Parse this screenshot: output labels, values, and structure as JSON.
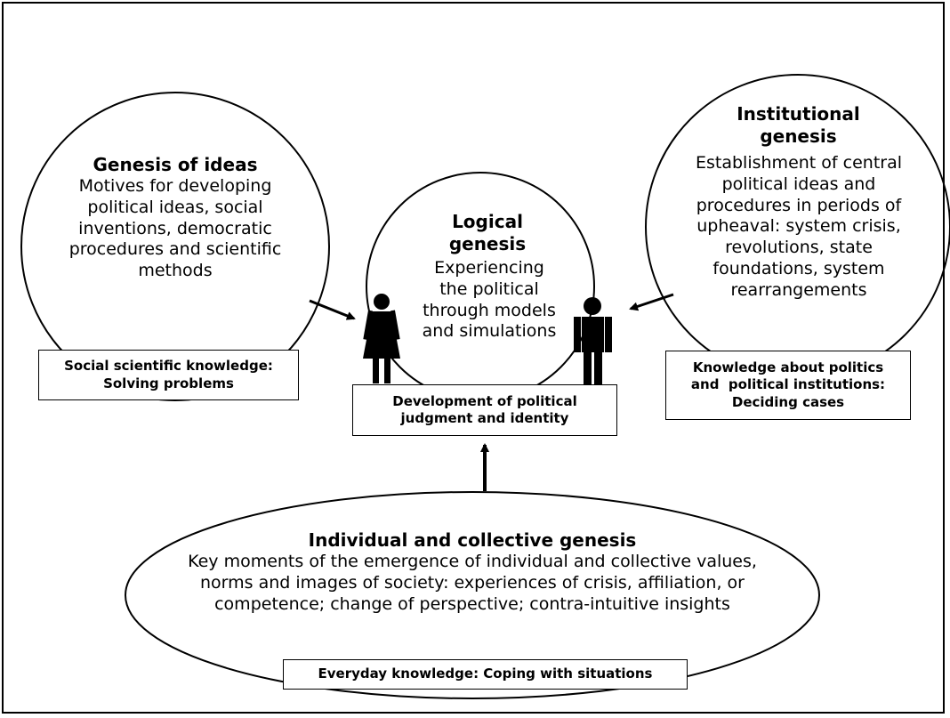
{
  "genesis_of_ideas": {
    "title": "Genesis of ideas",
    "text": "Motives for developing political ideas, social inventions, democratic procedures and scientific methods",
    "knowledge_box": [
      "Social scientific knowledge:",
      "Solving problems"
    ]
  },
  "logical_genesis": {
    "title": [
      "Logical",
      "genesis"
    ],
    "text": "Experiencing the political through models and simulations",
    "knowledge_box": [
      "Development of political",
      "judgment and identity"
    ]
  },
  "institutional_genesis": {
    "title": [
      "Institutional",
      "genesis"
    ],
    "text": "Establishment of central political ideas and procedures in periods of upheaval: system crisis, revolutions, state foundations, system rearrangements",
    "knowledge_box": [
      "Knowledge about politics",
      "and  political institutions:",
      "Deciding cases"
    ]
  },
  "individual_collective_genesis": {
    "title": "Individual and collective genesis",
    "text": "Key moments of the emergence of individual and collective values, norms and images of society: experiences of crisis, affiliation, or competence; change of perspective; contra-intuitive insights",
    "knowledge_box": "Everyday knowledge: Coping with situations"
  }
}
